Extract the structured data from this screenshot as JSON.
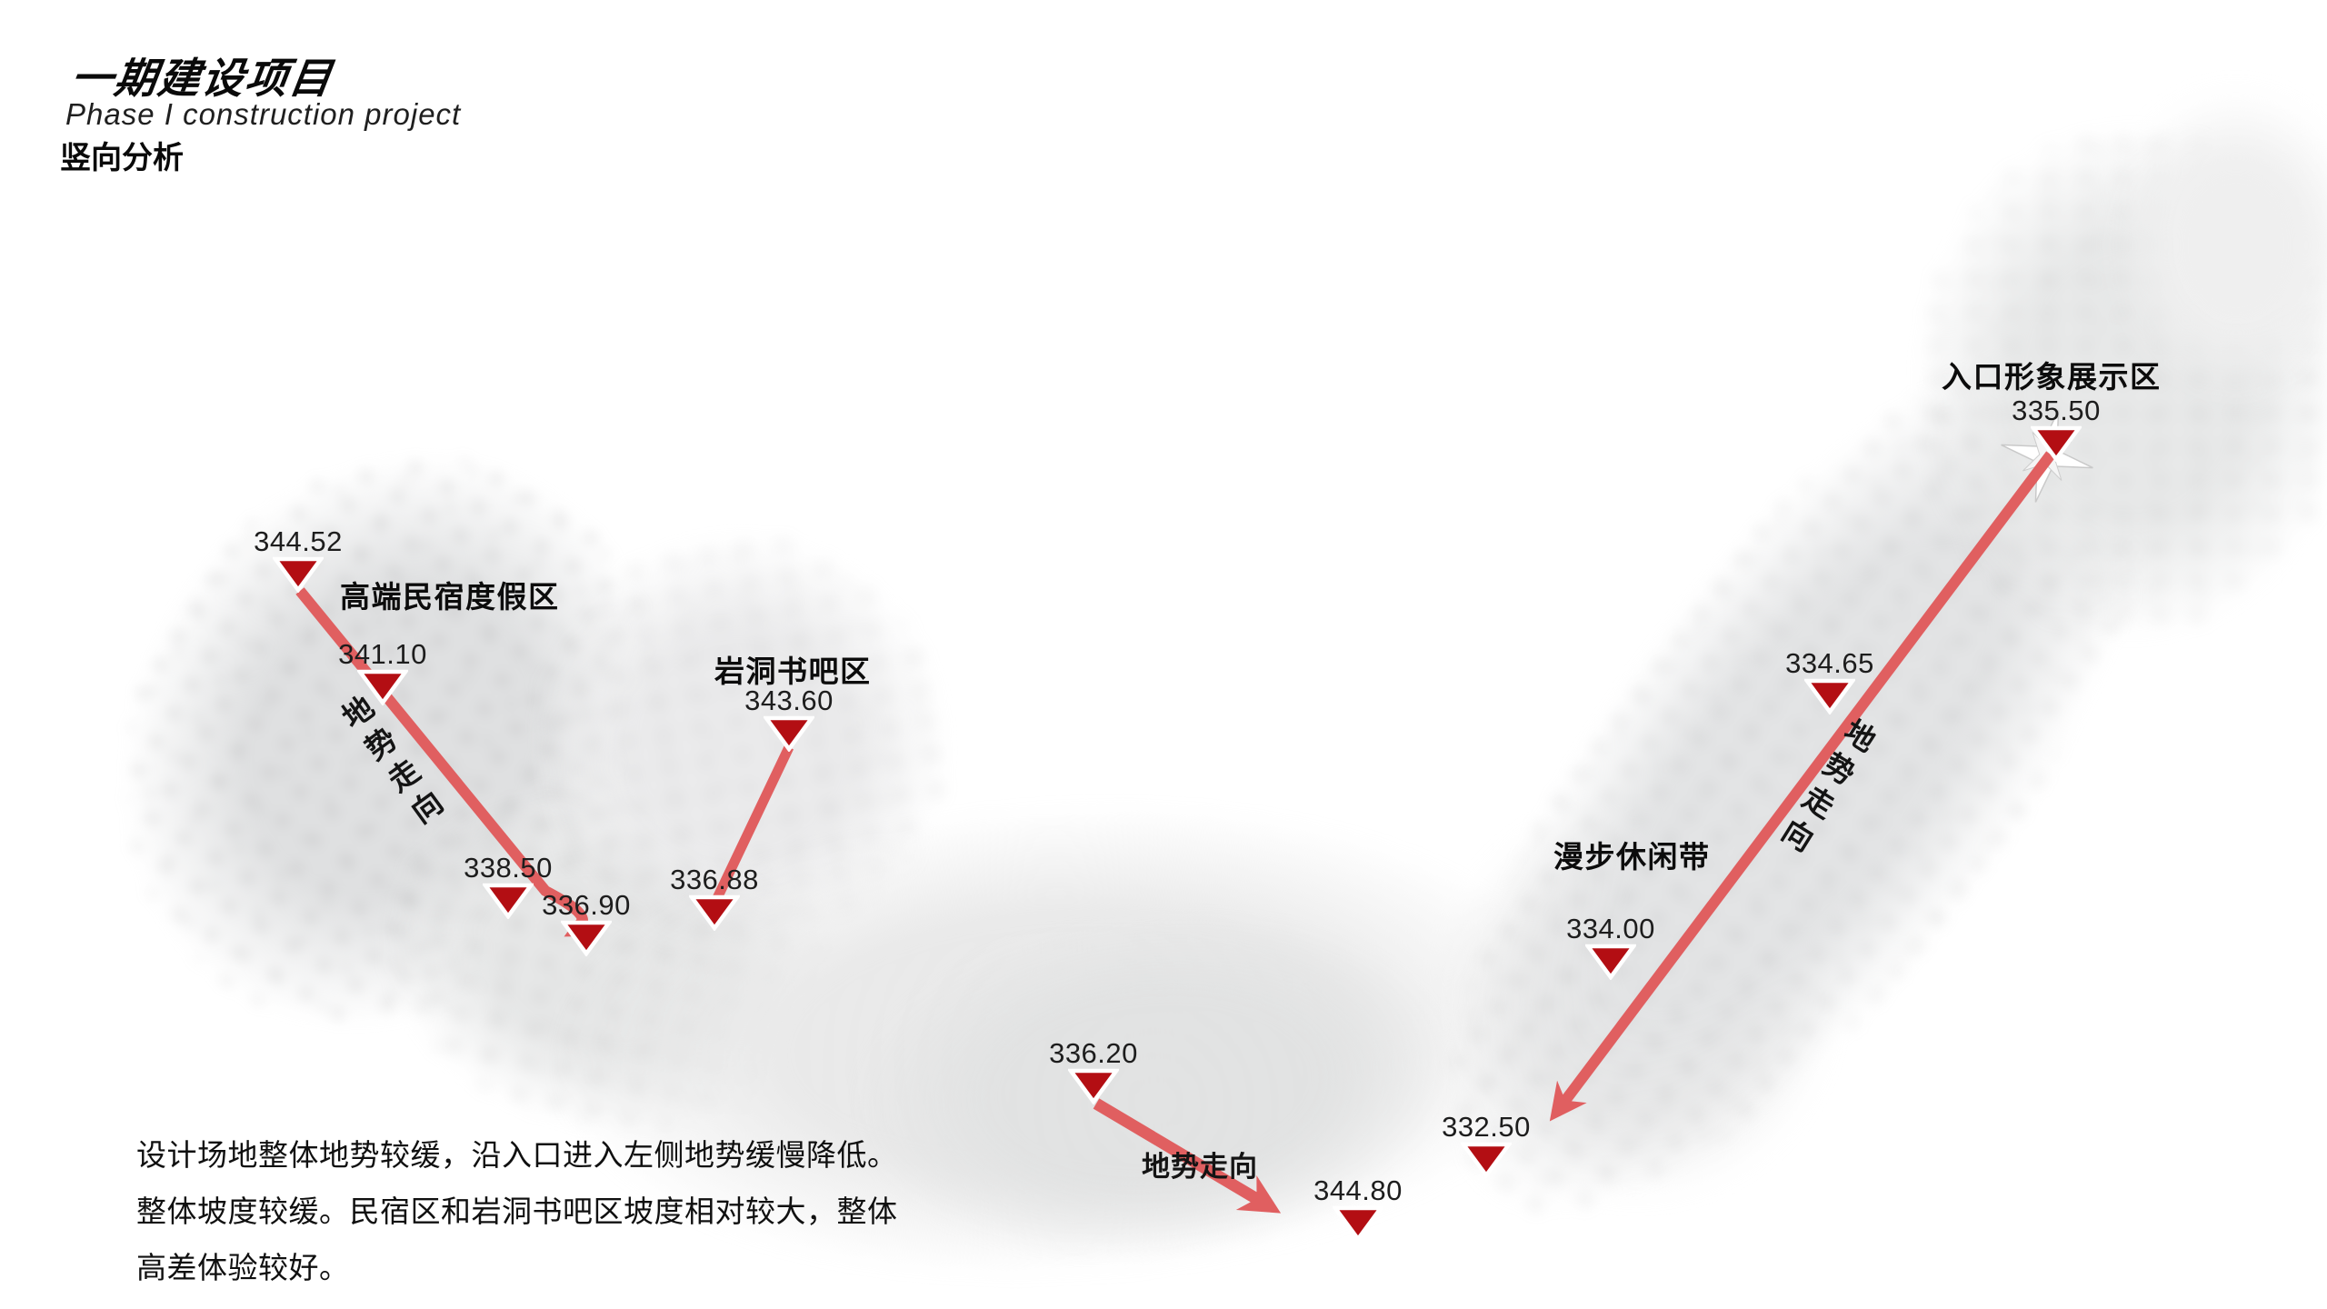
{
  "header": {
    "title_cn": "一期建设项目",
    "title_en": "Phase I construction project",
    "section": "竖向分析"
  },
  "zones": {
    "resort": "高端民宿度假区",
    "cave_bar": "岩洞书吧区",
    "leisure_belt": "漫步休闲带",
    "entrance": "入口形象展示区"
  },
  "flow_label": "地势走向",
  "markers": [
    {
      "value": "344.52"
    },
    {
      "value": "341.10"
    },
    {
      "value": "338.50"
    },
    {
      "value": "336.90"
    },
    {
      "value": "336.88"
    },
    {
      "value": "343.60"
    },
    {
      "value": "336.20"
    },
    {
      "value": "344.80"
    },
    {
      "value": "332.50"
    },
    {
      "value": "334.00"
    },
    {
      "value": "334.65"
    },
    {
      "value": "335.50"
    }
  ],
  "description": {
    "lines": [
      "设计场地整体地势较缓，沿入口进入左侧地势缓慢降低。",
      "整体坡度较缓。民宿区和岩洞书吧区坡度相对较大，整体",
      "高差体验较好。"
    ]
  },
  "colors": {
    "marker_red": "#b30e13",
    "arrow_red": "#e05f60"
  }
}
